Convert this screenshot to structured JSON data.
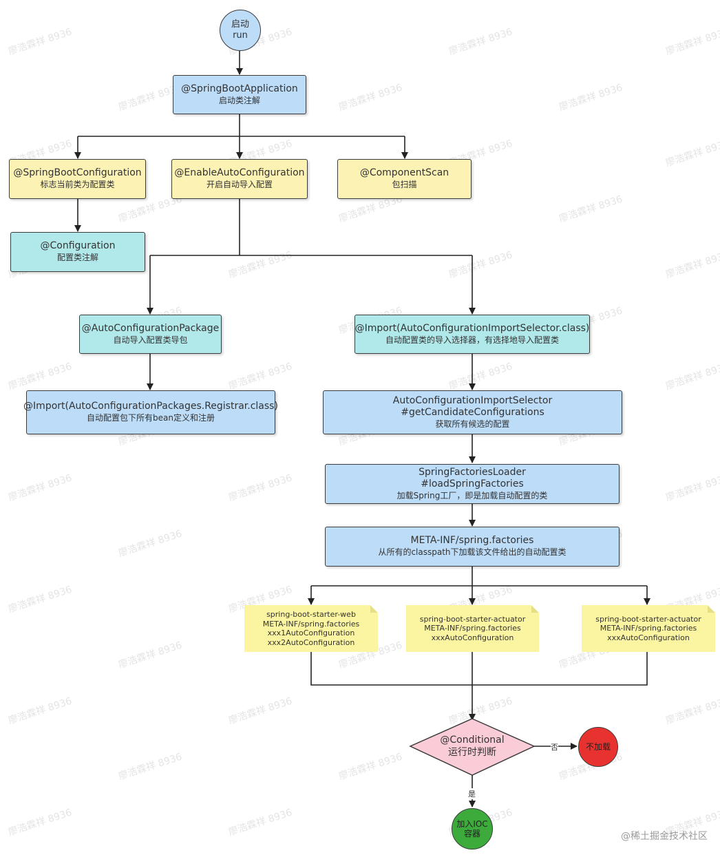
{
  "start": {
    "line1": "启动",
    "line2": "run"
  },
  "nodes": {
    "sba": {
      "line1": "@SpringBootApplication",
      "line2": "启动类注解"
    },
    "sbc": {
      "line1": "@SpringBootConfiguration",
      "line2": "标志当前类为配置类"
    },
    "eac": {
      "line1": "@EnableAutoConfiguration",
      "line2": "开启自动导入配置"
    },
    "cs": {
      "line1": "@ComponentScan",
      "line2": "包扫描"
    },
    "conf": {
      "line1": "@Configuration",
      "line2": "配置类注解"
    },
    "acp": {
      "line1": "@AutoConfigurationPackage",
      "line2": "自动导入配置类导包"
    },
    "imp1": {
      "line1": "@Import(AutoConfigurationImportSelector.class)",
      "line2": "自动配置类的导入选择器，有选择地导入配置类"
    },
    "imp2": {
      "line1": "@Import(AutoConfigurationPackages.Registrar.class)",
      "line2": "自动配置包下所有bean定义和注册"
    },
    "acis": {
      "line1": "AutoConfigurationImportSelector",
      "line2": "#getCandidateConfigurations",
      "line3": "获取所有候选的配置"
    },
    "sfl": {
      "line1": "SpringFactoriesLoader",
      "line2": "#loadSpringFactories",
      "line3": "加载Spring工厂，即是加载自动配置的类"
    },
    "meta": {
      "line1": "META-INF/spring.factories",
      "line2": "从所有的classpath下加载该文件给出的自动配置类"
    }
  },
  "notes": [
    {
      "lines": [
        "spring-boot-starter-web",
        "META-INF/spring.factories",
        "xxx1AutoConfiguration",
        "xxx2AutoConfiguration"
      ]
    },
    {
      "lines": [
        "spring-boot-starter-actuator",
        "META-INF/spring.factories",
        "xxxAutoConfiguration"
      ]
    },
    {
      "lines": [
        "spring-boot-starter-actuator",
        "META-INF/spring.factories",
        "xxxAutoConfiguration"
      ]
    }
  ],
  "decision": {
    "line1": "@Conditional",
    "line2": "运行时判断"
  },
  "no_load": {
    "label": "不加载"
  },
  "add_ioc": {
    "line1": "加入IOC",
    "line2": "容器"
  },
  "edge_labels": {
    "no": "否",
    "yes": "是"
  },
  "watermark": "廖浩霖祥 8936",
  "footer": "@稀土掘金技术社区",
  "colors": {
    "blue": "#bcdcf8",
    "yellow": "#fbf2b4",
    "cyan": "#b1e8ea",
    "note": "#fbf5a1",
    "decision": "#f9ccd7",
    "red": "#e8322f",
    "green": "#3cab3c",
    "start": "#bcdcf8"
  }
}
